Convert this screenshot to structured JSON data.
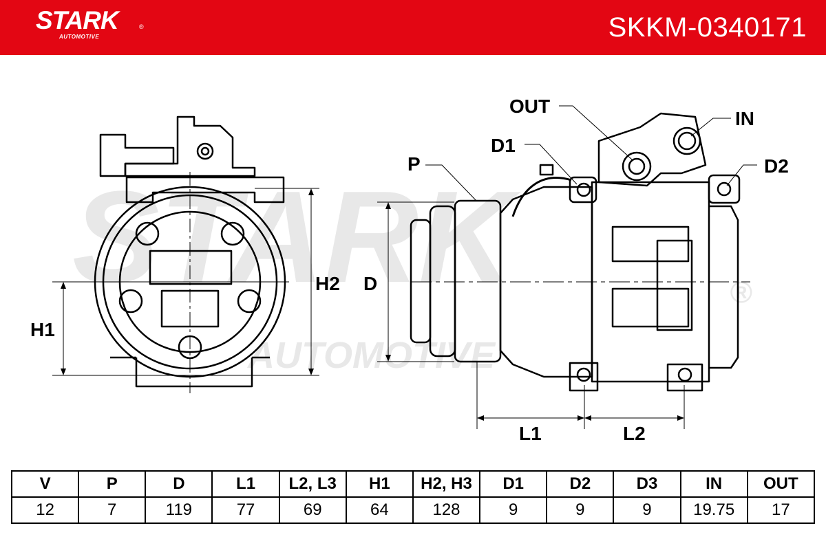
{
  "header": {
    "brand": "STARK",
    "brand_reg": "®",
    "brand_sub": "AUTOMOTIVE",
    "part_number": "SKKM-0340171",
    "bg_color": "#e30613"
  },
  "watermark": {
    "brand": "STARK",
    "sub": "AUTOMOTIVE",
    "reg": "®"
  },
  "labels": {
    "h1": "H1",
    "h2": "H2",
    "d": "D",
    "p": "P",
    "d1": "D1",
    "d2": "D2",
    "out": "OUT",
    "in": "IN",
    "l1": "L1",
    "l2": "L2"
  },
  "specs": {
    "headers": [
      "V",
      "P",
      "D",
      "L1",
      "L2, L3",
      "H1",
      "H2, H3",
      "D1",
      "D2",
      "D3",
      "IN",
      "OUT"
    ],
    "values": [
      "12",
      "7",
      "119",
      "77",
      "69",
      "64",
      "128",
      "9",
      "9",
      "9",
      "19.75",
      "17"
    ]
  }
}
